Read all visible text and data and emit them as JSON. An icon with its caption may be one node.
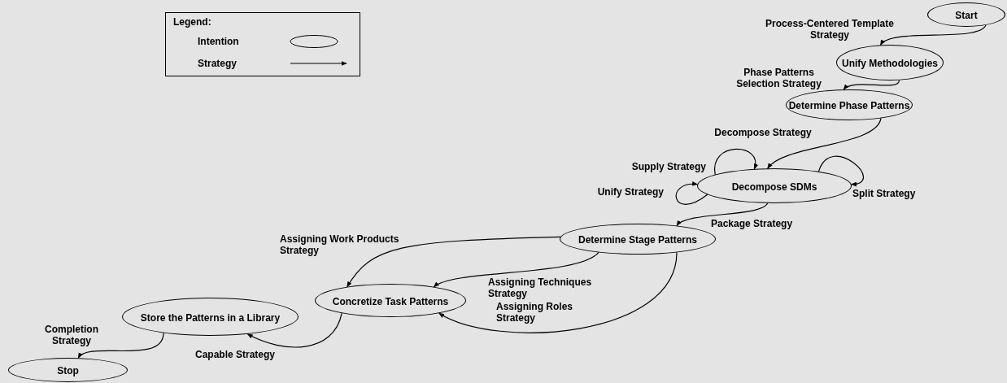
{
  "diagram": {
    "nodes": [
      {
        "text": [
          "Start"
        ]
      },
      {
        "text": [
          "Unify Methodologies"
        ]
      },
      {
        "text": [
          "Determine Phase Patterns"
        ]
      },
      {
        "text": [
          "Decompose SDMs"
        ]
      },
      {
        "text": [
          "Determine Stage Patterns"
        ]
      },
      {
        "text": [
          "Concretize Task Patterns"
        ]
      },
      {
        "text": [
          "Store the Patterns in a Library"
        ]
      },
      {
        "text": [
          "Stop"
        ]
      }
    ],
    "edges": [
      {
        "from": 0,
        "to": 1,
        "arrow": "to",
        "label": "Process-Centered Template Strategy"
      },
      {
        "from": 1,
        "to": 2,
        "arrow": "to",
        "label": "Phase Patterns Selection Strategy"
      },
      {
        "from": 2,
        "to": 3,
        "arrow": "to",
        "label": "Decompose Strategy"
      },
      {
        "from": 3,
        "to": 3,
        "arrow": "to",
        "label": "Supply Strategy"
      },
      {
        "from": 3,
        "to": 3,
        "arrow": "to",
        "label": "Unify Strategy"
      },
      {
        "from": 3,
        "to": 3,
        "arrow": "to",
        "label": "Split Strategy"
      },
      {
        "from": 3,
        "to": 4,
        "arrow": "to",
        "label": "Package Strategy"
      },
      {
        "from": 4,
        "to": 5,
        "arrow": "to",
        "label": "Assigning Work Products Strategy"
      },
      {
        "from": 4,
        "to": 5,
        "arrow": "to",
        "label": "Assigning Techniques Strategy"
      },
      {
        "from": 4,
        "to": 5,
        "arrow": "to",
        "label": "Assigning Roles Strategy"
      },
      {
        "from": 5,
        "to": 6,
        "arrow": "to",
        "label": "Capable Strategy"
      },
      {
        "from": 6,
        "to": 7,
        "arrow": "to",
        "label": "Completion Strategy"
      }
    ],
    "labels": [
      "Legend:"
    ],
    "legend": [
      {
        "text": "Intention"
      },
      {
        "text": "Strategy"
      }
    ]
  }
}
